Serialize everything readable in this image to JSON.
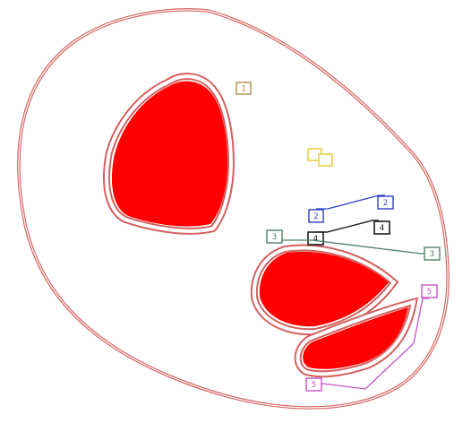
{
  "colors": {
    "background": "#ffffff",
    "outline": "#d4605e",
    "fill": "#ff0000",
    "marker_1": "#b08a4a",
    "marker_2": "#2d3fc4",
    "marker_3": "#4f7f63",
    "marker_4": "#1c1c1c",
    "marker_5": "#c84fc8",
    "marker_yellow": "#e8cc3a"
  },
  "labels": {
    "one": "1",
    "two": "2",
    "three": "3",
    "four": "4",
    "five": "5"
  }
}
